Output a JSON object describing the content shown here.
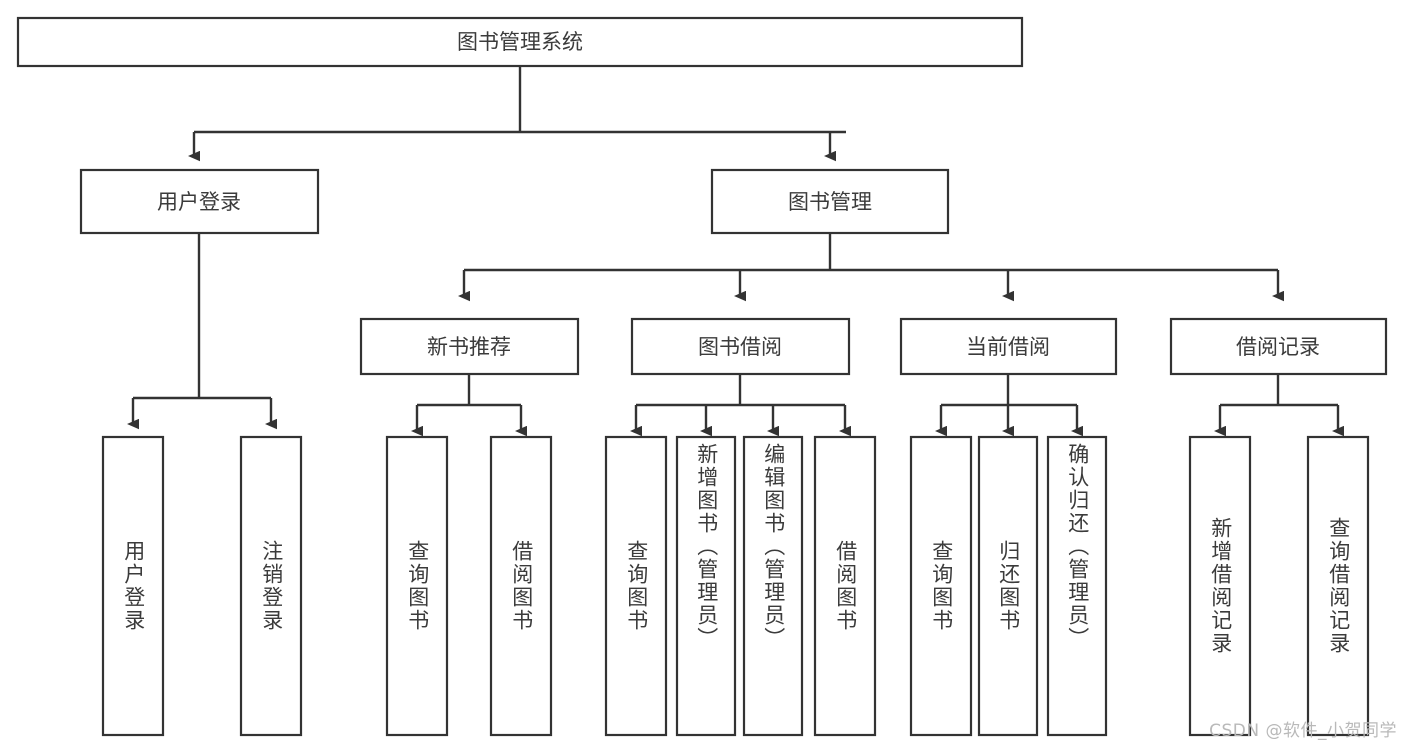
{
  "diagram": {
    "type": "tree-hierarchy-chart",
    "title": "图书管理系统",
    "orientation": "top-down",
    "box_fill": "#ffffff",
    "box_stroke": "#333333",
    "text_color": "#3b3b3b",
    "root": {
      "id": "root",
      "label": "图书管理系统",
      "text_direction": "horizontal"
    },
    "level1": [
      {
        "id": "user-login",
        "label": "用户登录",
        "text_direction": "horizontal"
      },
      {
        "id": "book-management",
        "label": "图书管理",
        "text_direction": "horizontal"
      }
    ],
    "level2": [
      {
        "id": "new-book-recommend",
        "label": "新书推荐",
        "parent": "book-management",
        "text_direction": "horizontal"
      },
      {
        "id": "book-borrow",
        "label": "图书借阅",
        "parent": "book-management",
        "text_direction": "horizontal"
      },
      {
        "id": "current-borrow",
        "label": "当前借阅",
        "parent": "book-management",
        "text_direction": "horizontal"
      },
      {
        "id": "borrow-record",
        "label": "借阅记录",
        "parent": "book-management",
        "text_direction": "horizontal"
      }
    ],
    "leaves": [
      {
        "id": "leaf-user-login",
        "label": "用户登录",
        "parent": "user-login",
        "text_direction": "vertical"
      },
      {
        "id": "leaf-logout-login",
        "label": "注销登录",
        "parent": "user-login",
        "text_direction": "vertical"
      },
      {
        "id": "leaf-query-book-1",
        "label": "查询图书",
        "parent": "new-book-recommend",
        "text_direction": "vertical"
      },
      {
        "id": "leaf-borrow-book-1",
        "label": "借阅图书",
        "parent": "new-book-recommend",
        "text_direction": "vertical"
      },
      {
        "id": "leaf-query-book-2",
        "label": "查询图书",
        "parent": "book-borrow",
        "text_direction": "vertical"
      },
      {
        "id": "leaf-add-book",
        "label": "新增图书（管理员）",
        "parent": "book-borrow",
        "text_direction": "vertical"
      },
      {
        "id": "leaf-edit-book",
        "label": "编辑图书（管理员）",
        "parent": "book-borrow",
        "text_direction": "vertical"
      },
      {
        "id": "leaf-borrow-book-2",
        "label": "借阅图书",
        "parent": "book-borrow",
        "text_direction": "vertical"
      },
      {
        "id": "leaf-query-book-3",
        "label": "查询图书",
        "parent": "current-borrow",
        "text_direction": "vertical"
      },
      {
        "id": "leaf-return-book",
        "label": "归还图书",
        "parent": "current-borrow",
        "text_direction": "vertical"
      },
      {
        "id": "leaf-confirm-return",
        "label": "确认归还（管理员）",
        "parent": "current-borrow",
        "text_direction": "vertical"
      },
      {
        "id": "leaf-add-borrow-record",
        "label": "新增借阅记录",
        "parent": "borrow-record",
        "text_direction": "vertical"
      },
      {
        "id": "leaf-query-borrow-record",
        "label": "查询借阅记录",
        "parent": "borrow-record",
        "text_direction": "vertical"
      }
    ]
  },
  "watermark": {
    "text": "CSDN @软件_小贺同学"
  }
}
